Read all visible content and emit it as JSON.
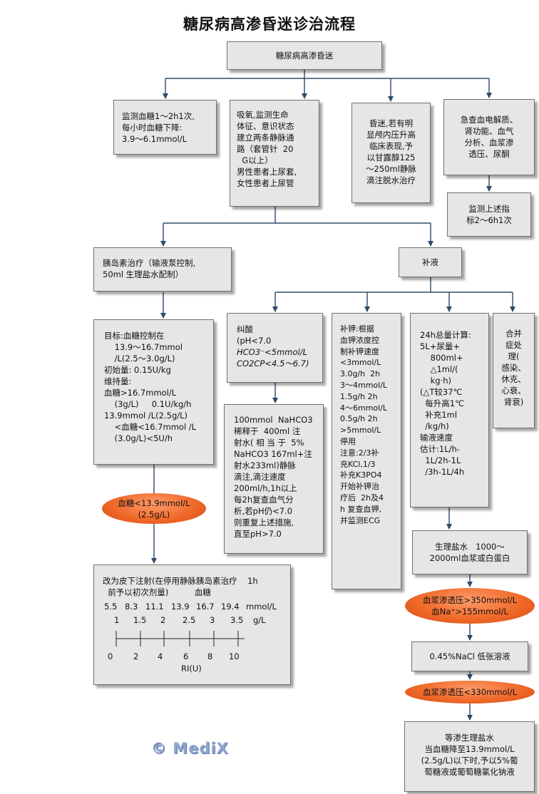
{
  "title": "糖尿病高渗昏迷诊治流程",
  "watermark": "© MediX",
  "nodes": {
    "root": [
      "糖尿病高渗昏迷"
    ],
    "monitor_glucose": [
      "监测血糖1～2h1次,",
      "每小时血糖下降:",
      "3.9～6.1mmol/L"
    ],
    "oxygen": [
      "吸氧,监测生命",
      "体征、意识状态",
      "建立两条静脉通",
      "路（套管针  20",
      "  G以上）",
      "男性患者上尿套,",
      "女性患者上尿管"
    ],
    "mannitol": [
      "昏迷,若有明",
      "显颅内压升高",
      "临床表现,予",
      "以甘露醇125",
      "～250ml静脉",
      "滴注脱水治疗"
    ],
    "labs": [
      "急查血电解质、",
      "肾功能、血气",
      "分析、血浆渗",
      "透压、尿酮"
    ],
    "monitor_labs": [
      "监测上述指",
      "标2～6h1次"
    ],
    "insulin": [
      "胰岛素治疗（输液泵控制,",
      "50ml 生理盐水配制）"
    ],
    "fluid": [
      "补液"
    ],
    "insulin_target": [
      "目标:血糖控制在",
      "    13.9～16.7mmol",
      "    /L(2.5～3.0g/L)",
      "初始量: 0.15U/kg",
      "维持量:",
      "血糖>16.7mmol/L",
      "    (3g/L)     0.1U/kg/h",
      "13.9mmol /L(2.5g/L)",
      "    <血糖<16.7mmol /L",
      "    (3.0g/L)<5U/h"
    ],
    "acidosis": [
      "纠酸",
      "(pH<7.0",
      "HCO3⁻<5mmol/L",
      "CO2CP<4.5～6.7)"
    ],
    "bicarb": [
      "100mmol  NaHCO3",
      "稀释于  400ml 注",
      "射水( 相 当 于  5%",
      "NaHCO3 167ml+注",
      "射水233ml)静脉",
      "滴注,滴注速度",
      "200ml/h,1h以上",
      "每2h复查血气分",
      "析,若pH仍<7.0",
      "则重复上述措施,",
      "直至pH>7.0"
    ],
    "potassium": [
      "补钾:根据",
      "血钾浓度控",
      "制补钾速度",
      "",
      "<3mmol/L",
      "3.0g/h  2h",
      "3～4mmol/L",
      "1.5g/h 2h",
      "4～6mmol/L",
      "0.5g/h 2h",
      ">5mmol/L",
      "停用",
      "",
      "注意:2/3补",
      "充KCl,1/3",
      "补充K3PO4",
      "",
      "开始补钾治",
      "疗后  2h及4",
      "h 复查血钾,",
      "并监测ECG"
    ],
    "total_volume": [
      "24h总量计算:",
      "5L+尿量+",
      "    800ml+",
      "    △1ml/(",
      "    kg·h)",
      "(△T较37℃",
      "  每升高1℃",
      "  补充1ml",
      "  /kg/h)",
      "输液速度",
      "估计:1L/h-",
      "  1L/2h-1L",
      "  /3h-1L/4h"
    ],
    "complications": [
      "合并",
      "症处",
      "理(",
      "感染、",
      "休克、",
      "心衰、",
      "肾衰)"
    ],
    "saline": [
      "生理盐水   1000～",
      "2000ml血浆或白蛋白"
    ],
    "osmo_high": [
      "血浆渗透压>350mmol/L",
      "血Na⁺>155mmol/L"
    ],
    "half_saline": [
      "0.45%NaCl 低张溶液"
    ],
    "osmo_low": [
      "血浆渗透压<330mmol/L"
    ],
    "isotonic": [
      "等渗生理盐水",
      "当血糖降至13.9mmol/L",
      "(2.5g/L)以下时,予以5%葡",
      "萄糖液或葡萄糖氯化钠液"
    ],
    "glucose_drop": [
      "血糖<13.9mmol/L",
      "(2.5g/L)"
    ],
    "subq": [
      "改为皮下注射(在停用静脉胰岛素治疗    1h",
      "  前予以初次剂量)          血糖"
    ]
  },
  "scale": {
    "glucose_mmol": [
      "5.5",
      "8.3",
      "11.1",
      "13.9",
      "16.7",
      "19.4",
      "mmol/L"
    ],
    "glucose_g": [
      "1",
      "1.5",
      "2",
      "2.5",
      "3",
      "3.5",
      "g/L"
    ],
    "ri_values": [
      "0",
      "2",
      "4",
      "6",
      "8",
      "10"
    ],
    "ri_label": "RI(U)"
  }
}
